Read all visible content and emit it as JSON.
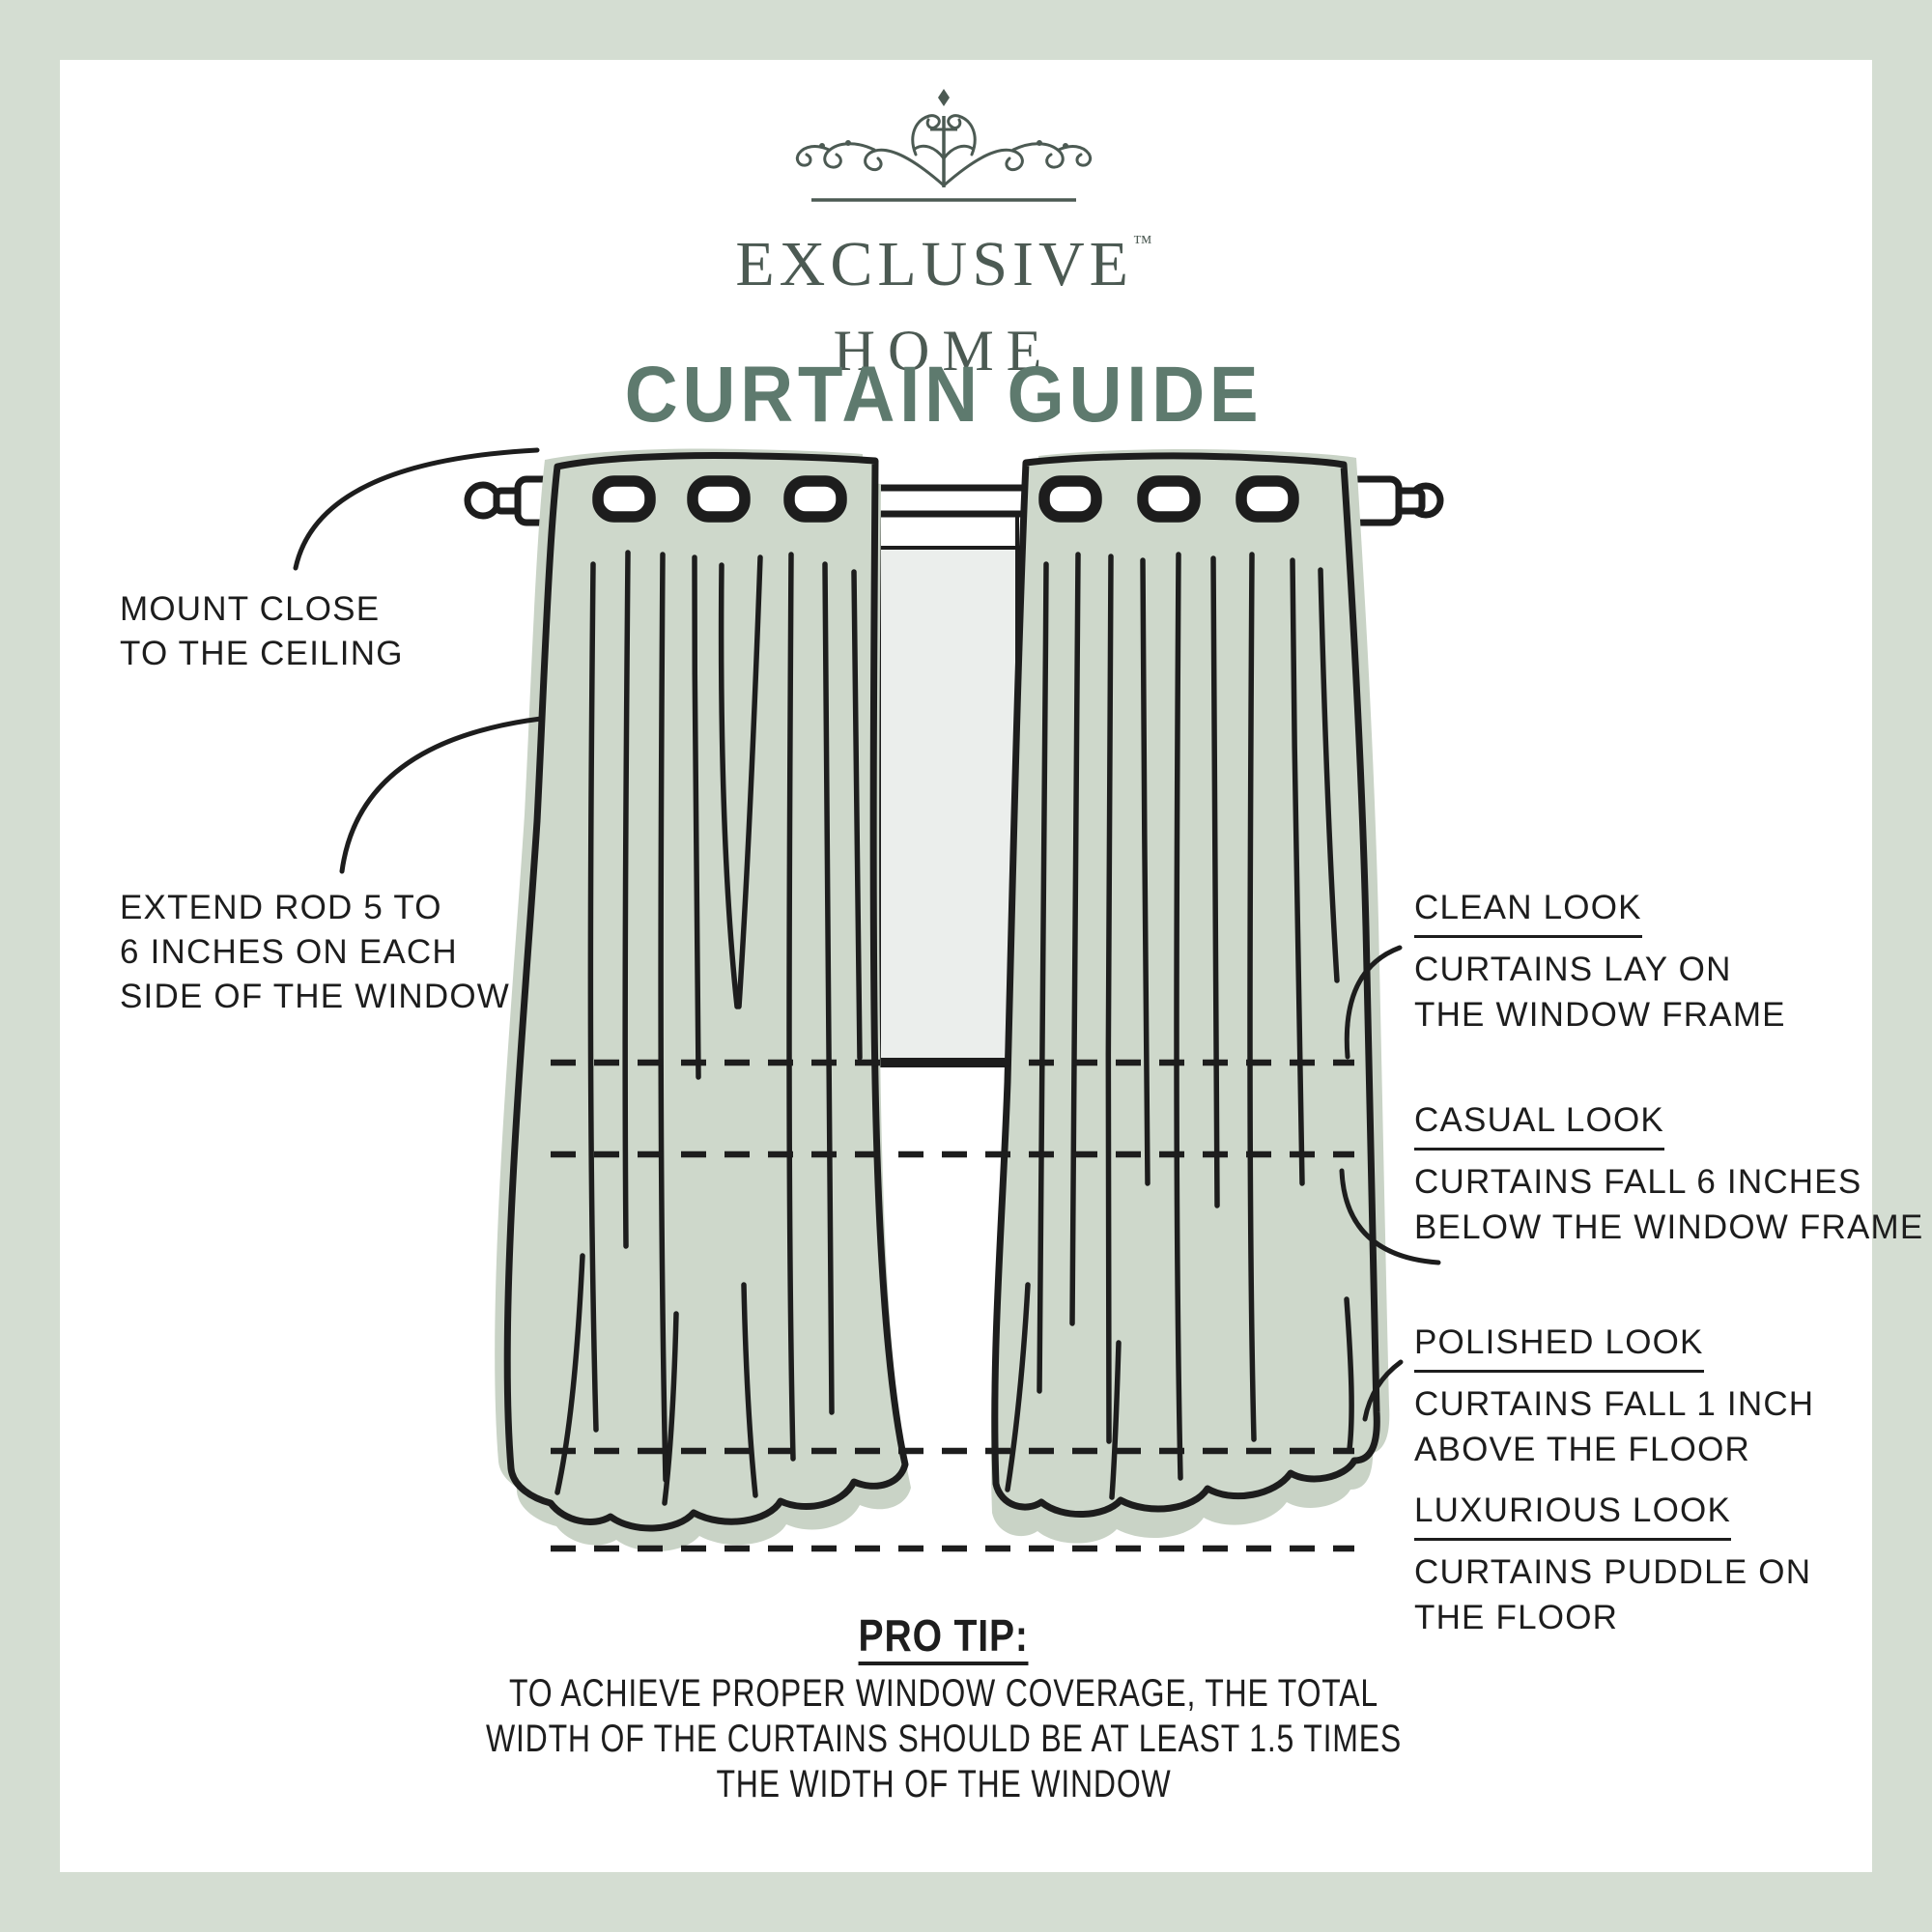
{
  "colors": {
    "page-border": "#d4ddd2",
    "canvas": "#ffffff",
    "logo-green": "#4c5a53",
    "title-green": "#5e7a6e",
    "ink": "#1d1d1d",
    "curtain-fill": "#ced8cb",
    "curtain-shadow": "#c9d3c6",
    "window-glass": "#ebeeec"
  },
  "logo": {
    "brand_top": "EXCLUSIVE",
    "trademark": "™",
    "brand_bottom": "HOME"
  },
  "title": "CURTAIN GUIDE",
  "annotations": {
    "left": [
      {
        "lines": [
          "MOUNT CLOSE",
          "TO THE CEILING"
        ]
      },
      {
        "lines": [
          "EXTEND ROD 5 TO",
          "6 INCHES ON EACH",
          "SIDE OF THE WINDOW"
        ]
      }
    ],
    "right": [
      {
        "title": "CLEAN LOOK",
        "lines": [
          "CURTAINS LAY ON",
          "THE WINDOW FRAME"
        ]
      },
      {
        "title": "CASUAL LOOK",
        "lines": [
          "CURTAINS FALL 6 INCHES",
          "BELOW THE WINDOW FRAME"
        ]
      },
      {
        "title": "POLISHED LOOK",
        "lines": [
          "CURTAINS FALL 1 INCH",
          "ABOVE THE FLOOR"
        ]
      },
      {
        "title": "LUXURIOUS LOOK",
        "lines": [
          "CURTAINS PUDDLE ON",
          "THE FLOOR"
        ]
      }
    ]
  },
  "pro_tip": {
    "title": "PRO TIP:",
    "lines": [
      "TO ACHIEVE PROPER WINDOW COVERAGE, THE TOTAL",
      "WIDTH OF THE CURTAINS SHOULD BE AT LEAST 1.5 TIMES",
      "THE WIDTH OF THE WINDOW"
    ]
  }
}
